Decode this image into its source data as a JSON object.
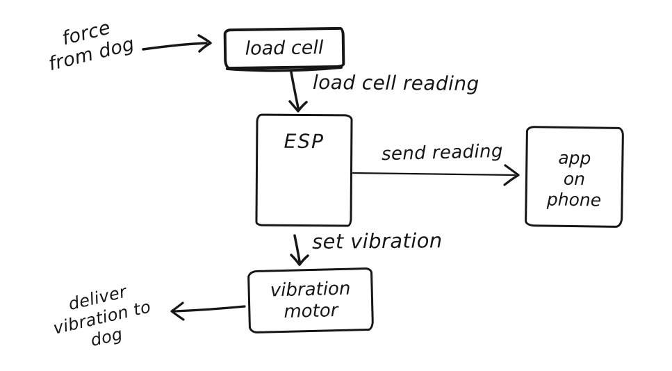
{
  "colors": {
    "ink": "#161616",
    "background": "#ffffff"
  },
  "nodes": {
    "load_cell": {
      "label": "load cell"
    },
    "esp": {
      "label": "ESP"
    },
    "app_on_phone": {
      "lines": [
        "app",
        "on",
        "phone"
      ]
    },
    "vibration_motor": {
      "lines": [
        "vibration",
        "motor"
      ]
    }
  },
  "annotations": {
    "force_from_dog": {
      "lines": [
        "force",
        "from dog"
      ]
    },
    "deliver_vibration_to_dog": {
      "lines": [
        "deliver",
        "vibration to",
        "dog"
      ]
    }
  },
  "edge_labels": {
    "load_cell_reading": "load cell reading",
    "send_reading": "send reading",
    "set_vibration": "set vibration"
  }
}
